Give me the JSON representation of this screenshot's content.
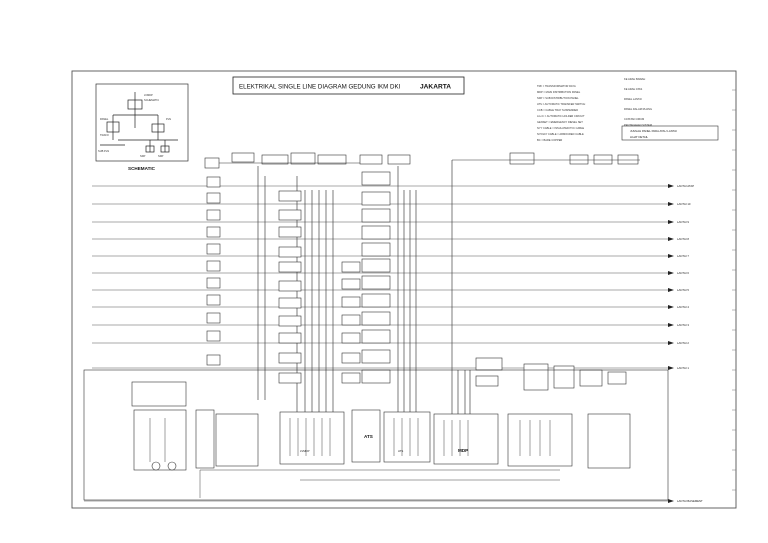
{
  "title": {
    "main": "ELEKTRIKAL SINGLE LINE DIAGRAM GEDUNG IKM DKI",
    "bold": "JAKARTA"
  },
  "schematic": {
    "label": "SCHEMATIC"
  },
  "floors": [
    {
      "label": "LANTAI ATAP"
    },
    {
      "label": "LANTAI 10"
    },
    {
      "label": "LANTAI 9"
    },
    {
      "label": "LANTAI 8"
    },
    {
      "label": "LANTAI 7"
    },
    {
      "label": "LANTAI 6"
    },
    {
      "label": "LANTAI 5"
    },
    {
      "label": "LANTAI 4"
    },
    {
      "label": "LANTAI 3"
    },
    {
      "label": "LANTAI 2"
    },
    {
      "label": "LANTAI 1"
    },
    {
      "label": "LANTAI BASEMENT"
    }
  ],
  "note_box": {
    "line1": "JUMLAH PANEL PADA ATAU LANTAI",
    "line2": "LIHAT DETAIL"
  },
  "main_panels": [
    {
      "label": "ATS"
    },
    {
      "label": "LVMDP"
    },
    {
      "label": "ATS"
    },
    {
      "label": "MDP"
    }
  ],
  "colors": {
    "line": "#444444",
    "frame": "#555555",
    "ink": "#111111"
  }
}
